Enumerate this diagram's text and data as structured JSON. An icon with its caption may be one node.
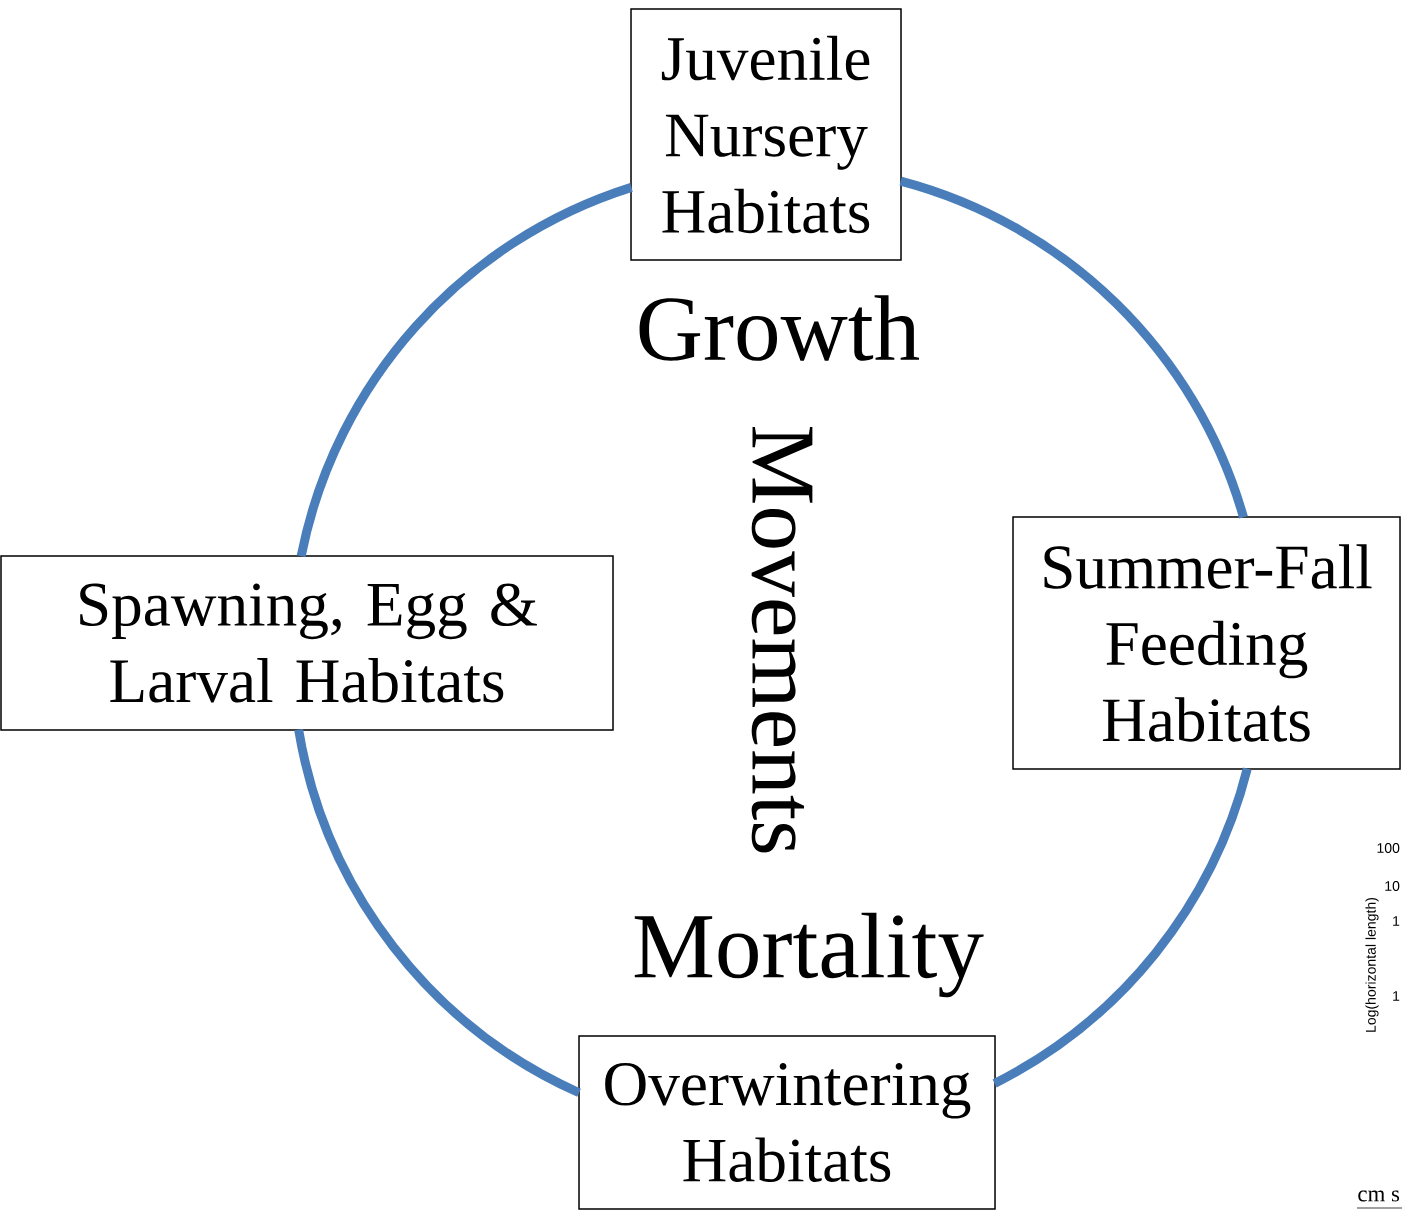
{
  "diagram": {
    "nodes": [
      {
        "text": [
          "Juvenile Nursery Habitats"
        ]
      },
      {
        "text": [
          "Summer-Fall Feeding Habitats"
        ]
      },
      {
        "text": [
          "Spawning, Egg & Larval Habitats"
        ]
      },
      {
        "text": [
          "Overwintering Habitats"
        ]
      }
    ],
    "edges": [
      {
        "from": 0,
        "to": 1,
        "arrow": "none"
      },
      {
        "from": 1,
        "to": 3,
        "arrow": "none"
      },
      {
        "from": 3,
        "to": 2,
        "arrow": "none"
      },
      {
        "from": 2,
        "to": 0,
        "arrow": "none"
      }
    ],
    "labels": [
      "Growth",
      "Movements",
      "Mortality",
      "100",
      "10",
      "1",
      "1",
      "Log(horizontal length)",
      "cm s"
    ]
  }
}
